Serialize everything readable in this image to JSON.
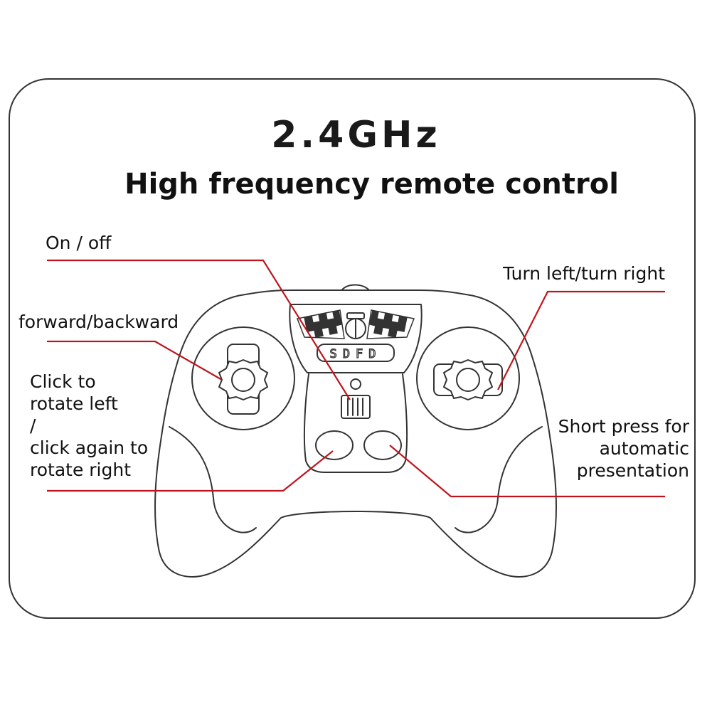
{
  "header": {
    "title": "2.4GHz",
    "subtitle": "High frequency remote control"
  },
  "device": {
    "logo_text": "SDFD"
  },
  "labels": {
    "power": "On / off",
    "throttle": "forward/backward",
    "rotate": [
      "Click to",
      "rotate left",
      "/",
      "click again to",
      "rotate right"
    ],
    "steering": "Turn left/turn right",
    "demo": [
      "Short press for",
      "automatic",
      "presentation"
    ]
  },
  "colors": {
    "outline": "#333333",
    "leader_line": "#c0141c",
    "text": "#111111"
  }
}
